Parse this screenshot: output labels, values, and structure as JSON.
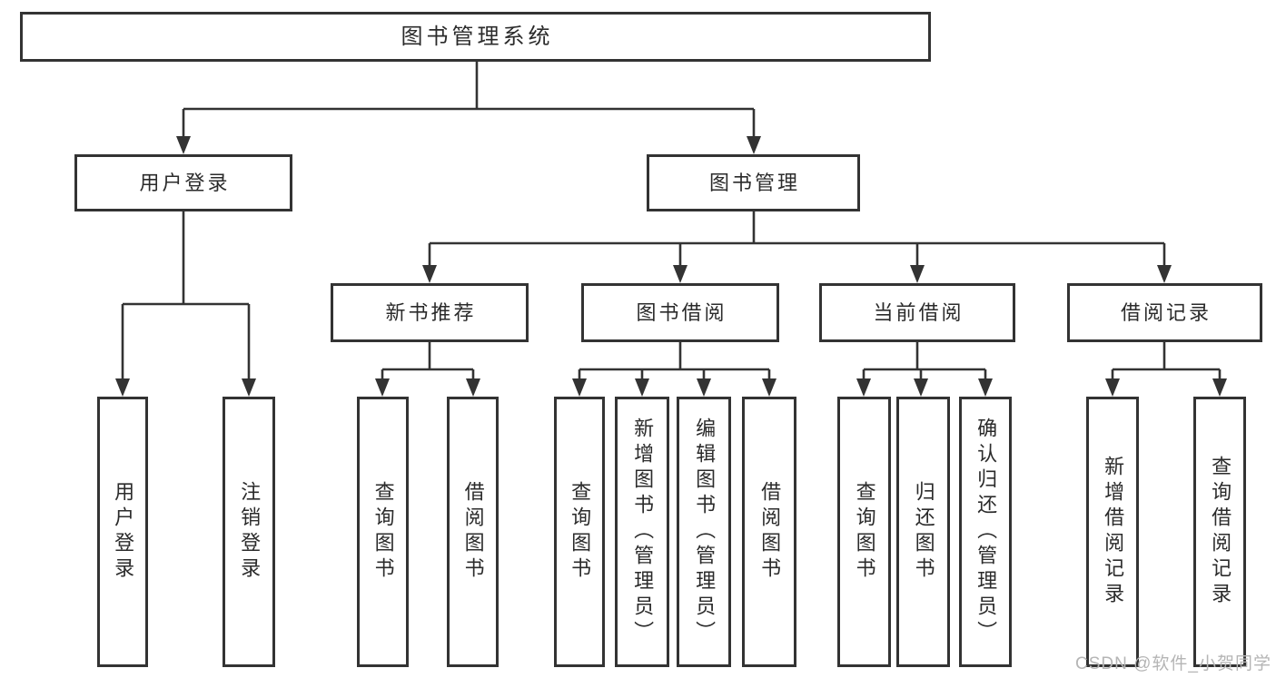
{
  "diagram": {
    "root": "图书管理系统",
    "branches": {
      "user_login": {
        "label": "用户登录",
        "children": [
          "用户登录",
          "注销登录"
        ]
      },
      "book_mgmt": {
        "label": "图书管理",
        "sections": {
          "new_book_rec": {
            "label": "新书推荐",
            "children": [
              "查询图书",
              "借阅图书"
            ]
          },
          "book_borrow": {
            "label": "图书借阅",
            "children": [
              "查询图书",
              "新增图书（管理员）",
              "编辑图书（管理员）",
              "借阅图书"
            ]
          },
          "current_borrow": {
            "label": "当前借阅",
            "children": [
              "查询图书",
              "归还图书",
              "确认归还（管理员）"
            ]
          },
          "borrow_records": {
            "label": "借阅记录",
            "children": [
              "新增借阅记录",
              "查询借阅记录"
            ]
          }
        }
      }
    }
  },
  "watermark": "CSDN @软件_小贺同学",
  "colors": {
    "line": "#333333",
    "text": "#2b2b2b",
    "watermark": "#b5b5b5",
    "background": "#ffffff",
    "box_fill": "#ffffff"
  }
}
